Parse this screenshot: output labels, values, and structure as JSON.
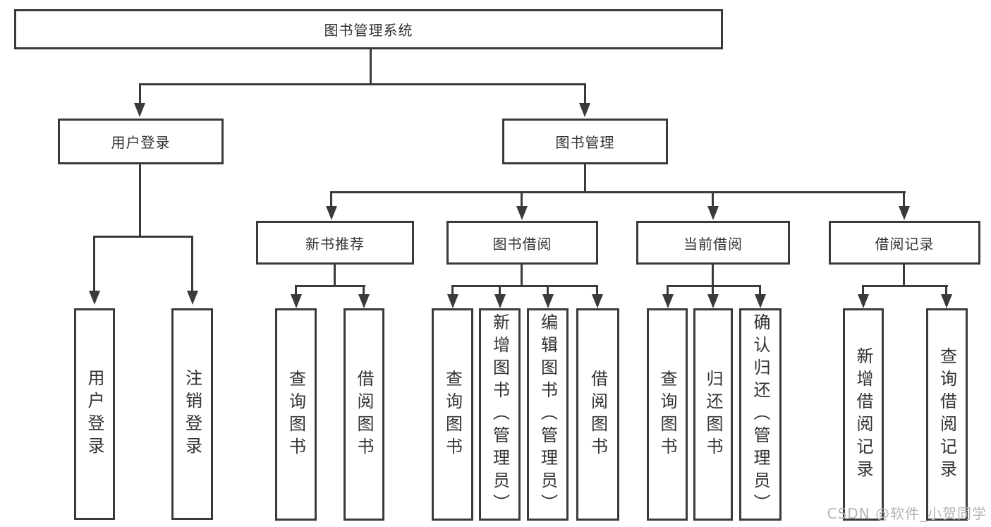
{
  "diagram_type": "hierarchy-tree",
  "colors": {
    "line": "#3a3a3a",
    "text": "#333333",
    "background": "#ffffff",
    "watermark": "#b4b4b4"
  },
  "watermark": {
    "text": "CSDN @软件_小贺同学"
  },
  "tree": {
    "label": "图书管理系统",
    "children": [
      {
        "label": "用户登录",
        "children": [
          {
            "label": "用户登录"
          },
          {
            "label": "注销登录"
          }
        ]
      },
      {
        "label": "图书管理",
        "children": [
          {
            "label": "新书推荐",
            "children": [
              {
                "label": "查询图书"
              },
              {
                "label": "借阅图书"
              }
            ]
          },
          {
            "label": "图书借阅",
            "children": [
              {
                "label": "查询图书"
              },
              {
                "label": "新增图书（管理员）"
              },
              {
                "label": "编辑图书（管理员）"
              },
              {
                "label": "借阅图书"
              }
            ]
          },
          {
            "label": "当前借阅",
            "children": [
              {
                "label": "查询图书"
              },
              {
                "label": "归还图书"
              },
              {
                "label": "确认归还（管理员）"
              }
            ]
          },
          {
            "label": "借阅记录",
            "children": [
              {
                "label": "新增借阅记录"
              },
              {
                "label": "查询借阅记录"
              }
            ]
          }
        ]
      }
    ]
  }
}
